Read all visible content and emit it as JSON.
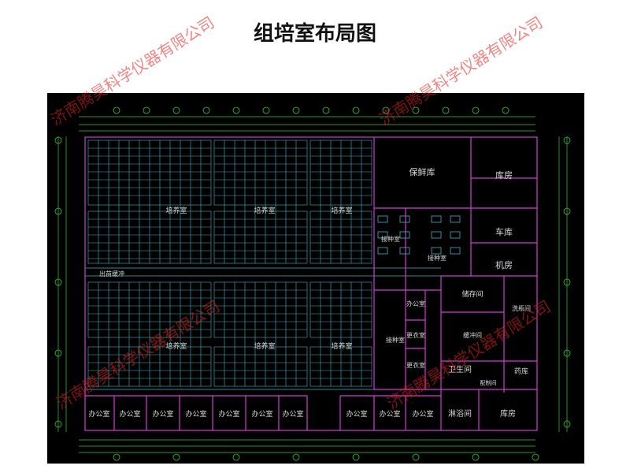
{
  "page": {
    "title": "组培室布局图"
  },
  "watermark": {
    "text": "济南腾昊科学仪器有限公司"
  },
  "plan": {
    "culture_room": "培养室",
    "preservation_store": "保鲜库",
    "warehouse": "库房",
    "garage": "车库",
    "machine_room": "机房",
    "inoculation_room": "接种室",
    "storage_room": "储存间",
    "buffer_room": "缓冲间",
    "changing_room": "更衣室",
    "restroom": "卫生间",
    "dispensary": "配制间",
    "medicine_store": "药库",
    "wash_room": "洗瓶间",
    "shower_room": "淋浴间",
    "office": "办公室",
    "exit_buffer": "出苗缓冲"
  }
}
